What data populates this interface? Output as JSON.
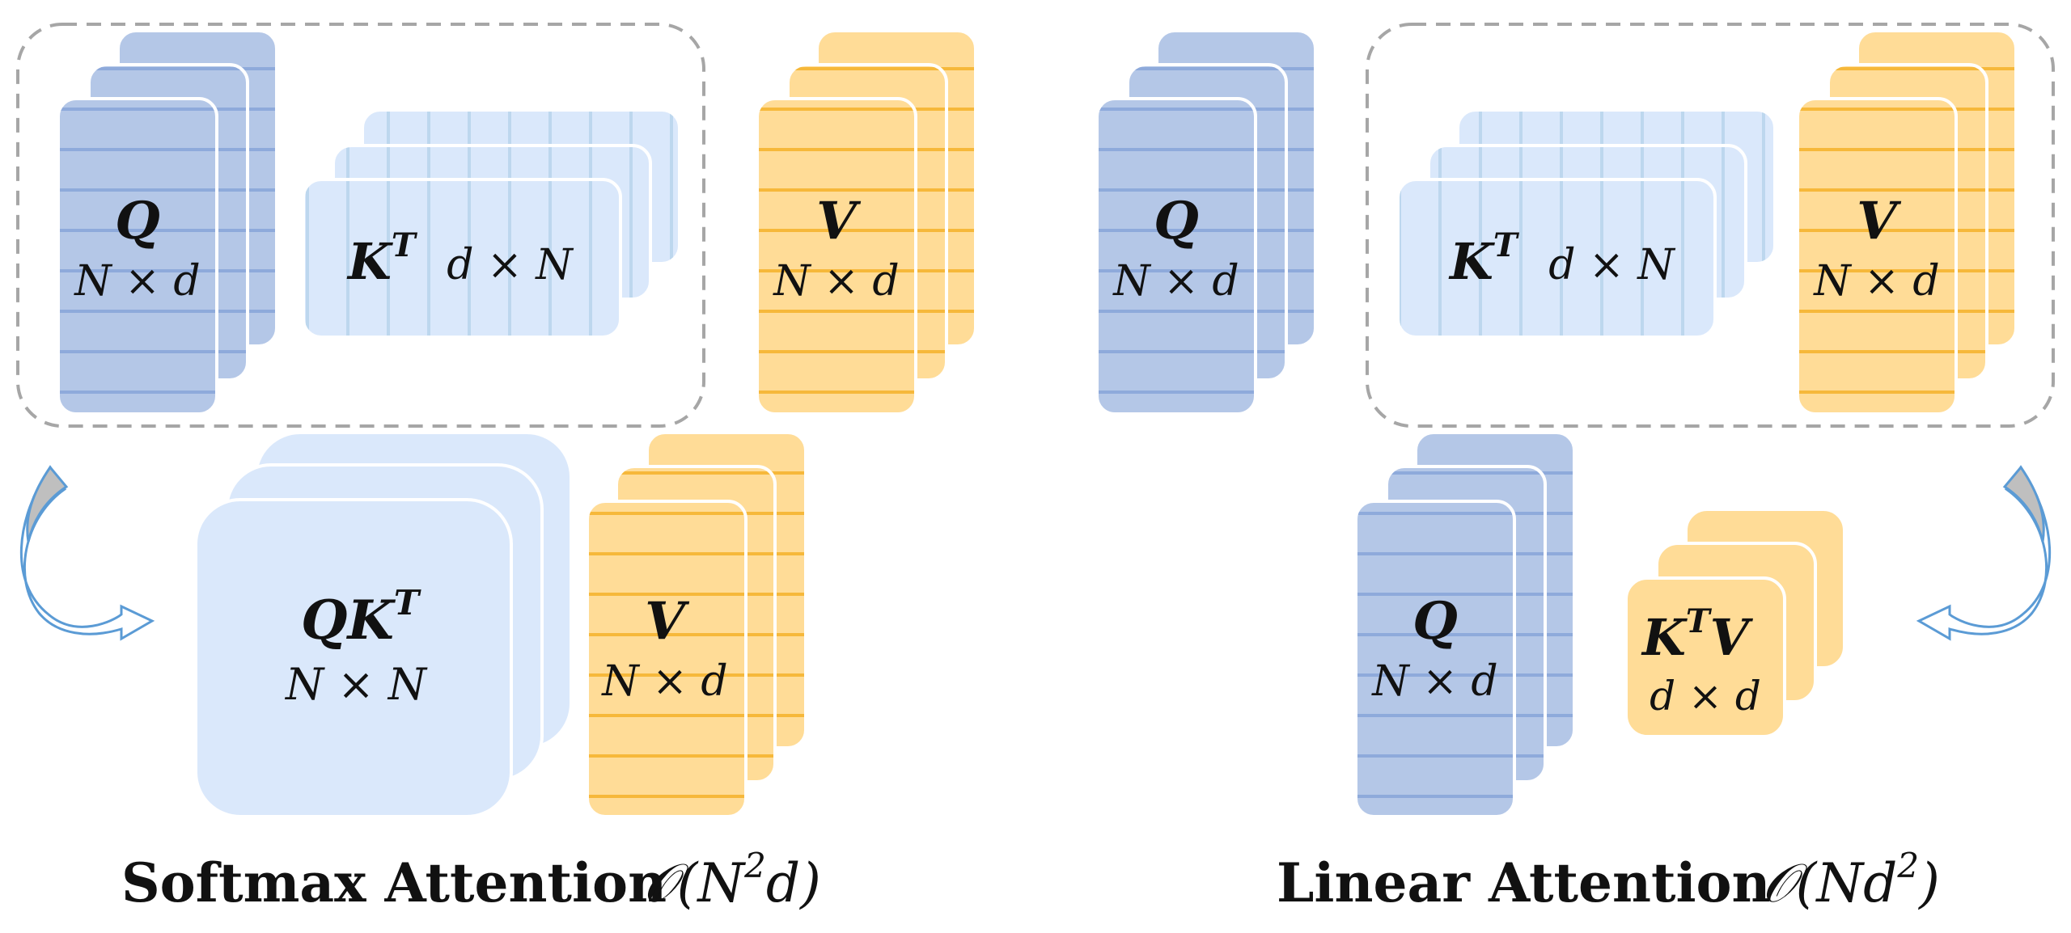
{
  "colors": {
    "q_fill": "#b4c7e7",
    "q_line": "#8eaadb",
    "k_fill": "#dae8fb",
    "k_line": "#bdd7ee",
    "v_fill": "#ffdc97",
    "v_line": "#f6b83a",
    "qkt_fill": "#dae8fb",
    "dash": "#a6a6a6",
    "arrow": "#5b9bd5"
  },
  "softmax": {
    "q_name": "Q",
    "q_dim": "N × d",
    "k_name": "K",
    "k_sup": "T",
    "k_dim": "d × N",
    "v_name": "V",
    "v_dim": "N × d",
    "qk_name": "QK",
    "qk_sup": "T",
    "qk_dim": "N × N",
    "v2_name": "V",
    "v2_dim": "N × d",
    "title": "Softmax Attention",
    "complexity_pre": "𝒪(N",
    "complexity_sup": "2",
    "complexity_post": "d)"
  },
  "linear": {
    "q_name": "Q",
    "q_dim": "N × d",
    "k_name": "K",
    "k_sup": "T",
    "k_dim": "d × N",
    "v_name": "V",
    "v_dim": "N × d",
    "q2_name": "Q",
    "q2_dim": "N × d",
    "kv_name": "K",
    "kv_sup": "T",
    "kv_name2": "V",
    "kv_dim": "d × d",
    "title": "Linear Attention",
    "complexity_pre": "𝒪(Nd",
    "complexity_sup": "2",
    "complexity_post": ")"
  }
}
